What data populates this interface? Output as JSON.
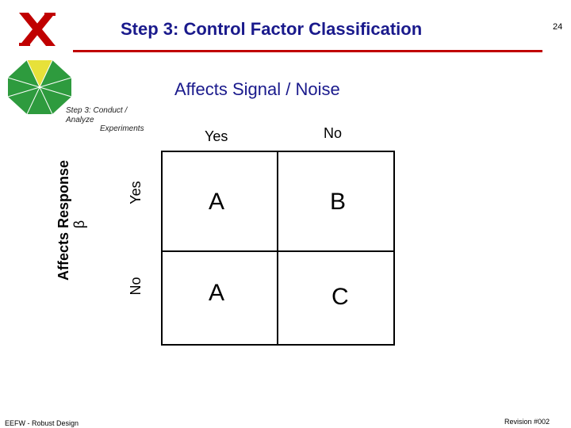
{
  "header": {
    "logo_text": "X",
    "title": "Step 3: Control Factor Classification",
    "page_number": "24"
  },
  "wheel": {
    "step_label": "Step 3:  Conduct / Analyze",
    "step_sublabel": "Experiments"
  },
  "matrix": {
    "top_heading": "Affects Signal / Noise",
    "columns": [
      "Yes",
      "No"
    ],
    "side_heading": "Affects Response",
    "side_symbol": "β",
    "rows": [
      "Yes",
      "No"
    ],
    "cells": [
      [
        "A",
        "B"
      ],
      [
        "A",
        "C"
      ]
    ]
  },
  "footer": {
    "left": "EEFW - Robust Design",
    "right": "Revision #002"
  },
  "colors": {
    "title": "#1a1a8c",
    "rule": "#c00000",
    "logo": "#c00000",
    "wheel": "#2e9b3e",
    "wheel_highlight": "#e7e13a"
  }
}
